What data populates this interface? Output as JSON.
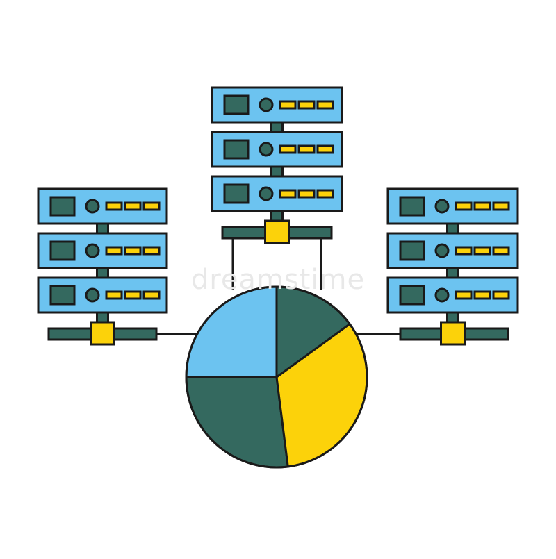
{
  "watermark": "dreamstime",
  "colors": {
    "outline": "#1a1a1a",
    "unit_fill": "#6cc3f0",
    "panel_fill": "#34695f",
    "light_fill": "#fcd20a",
    "rail_fill": "#34695f",
    "connector_fill": "#fcd20a",
    "wire": "#1a1a1a"
  },
  "icons": {
    "server": "server-rack-icon",
    "chart": "pie-chart-icon"
  },
  "chart_data": {
    "type": "pie",
    "slices": [
      {
        "value": 25,
        "color": "#6cc3f0"
      },
      {
        "value": 27,
        "color": "#34695f"
      },
      {
        "value": 33,
        "color": "#fcd20a"
      },
      {
        "value": 15,
        "color": "#34695f"
      }
    ]
  }
}
